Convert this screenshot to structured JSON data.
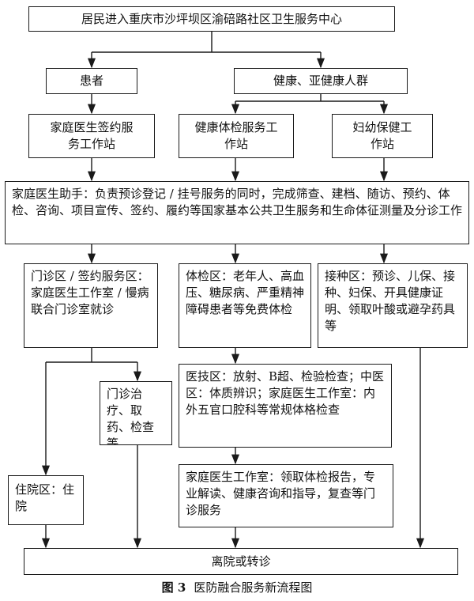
{
  "nodes": {
    "entry": "居民进入重庆市沙坪坝区渝碚路社区卫生服务中心",
    "patient": "患者",
    "healthy": "健康、亚健康人群",
    "family_station": "家庭医生签约服务工作站",
    "checkup_station": "健康体检服务工作站",
    "maternal_station": "妇幼保健工作站",
    "assistant": "家庭医生助手：负责预诊登记 / 挂号服务的同时，完成筛查、建档、随访、预约、体检、咨询、项目宣传、签约、履约等国家基本公共卫生服务和生命体征测量及分诊工作",
    "outpatient_area": "门诊区 / 签约服务区：家庭医生工作室 / 慢病联合门诊室就诊",
    "checkup_area": "体检区：老年人、高血压、糖尿病、严重精神障碍患者等免费体检",
    "vaccination_area": "接种区：预诊、儿保、接种、妇保、开具健康证明、领取叶酸或避孕药具等",
    "outpatient_treatment": "门诊治疗、取药、检查等",
    "medtech_area": "医技区：放射、B超、检验检查；中医区：体质辨识；家庭医生工作室：内外五官口腔科等常规体格检查",
    "inpatient": "住院区：住院",
    "report": "家庭医生工作室：领取体检报告，专业解读、健康咨询和指导，复查等门诊服务",
    "discharge": "离院或转诊"
  },
  "caption": {
    "label": "图 3",
    "title": "医防融合服务新流程图"
  }
}
